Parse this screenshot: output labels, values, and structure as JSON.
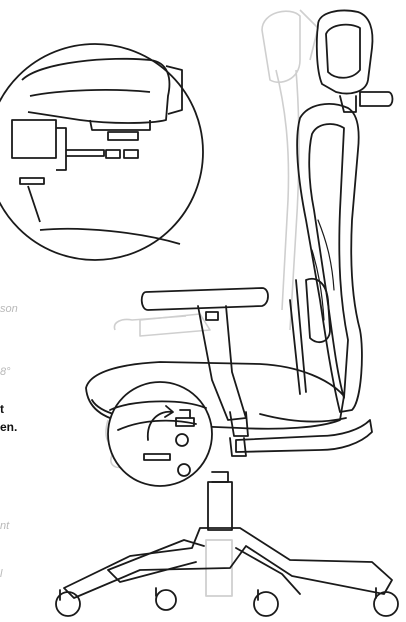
{
  "text_fragments": [
    {
      "text": "son",
      "style": "light"
    },
    {
      "text": "8°",
      "style": "light"
    },
    {
      "text": "t",
      "style": "bold"
    },
    {
      "text": "en.",
      "style": "bold"
    },
    {
      "text": "nt",
      "style": "light"
    },
    {
      "text": "l",
      "style": "light"
    }
  ],
  "colors": {
    "line": "#1a1a1a",
    "ghost": "#cfcfcf",
    "text_light": "#b9b9b9",
    "text_dark": "#111111"
  },
  "icons": [
    "rotate-arrow-icon",
    "recline-lever-icon"
  ]
}
